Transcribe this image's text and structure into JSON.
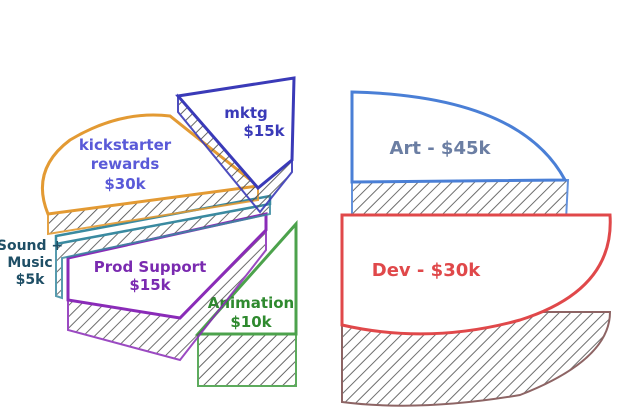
{
  "chart_data": {
    "type": "pie",
    "style": "hand-drawn 3D exploded pie",
    "slices": [
      {
        "label": "Art - $45k",
        "value": 45,
        "color": "#4a7fd6"
      },
      {
        "label": "Dev - $30k",
        "value": 30,
        "color": "#e0484a"
      },
      {
        "label": "Animation $10k",
        "value": 10,
        "color": "#4ca24c"
      },
      {
        "label": "Prod Support $15k",
        "value": 15,
        "color": "#8a2bb8"
      },
      {
        "label": "Sound + Music $5k",
        "value": 5,
        "color": "#3a8aa0"
      },
      {
        "label": "kickstarter rewards $30k",
        "value": 30,
        "color": "#e39a33"
      },
      {
        "label": "mktg $15k",
        "value": 15,
        "color": "#3a3ab8"
      }
    ],
    "legend": "none",
    "grid": false
  }
}
